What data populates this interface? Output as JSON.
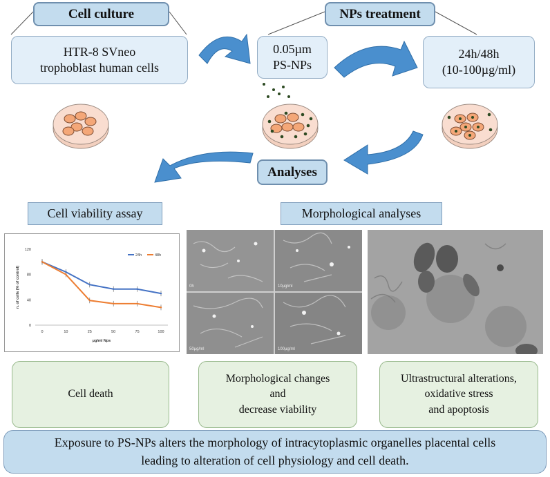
{
  "headers": {
    "cell_culture": "Cell culture",
    "nps_treatment": "NPs treatment",
    "analyses": "Analyses"
  },
  "boxes": {
    "cell_line": [
      "HTR-8 SVneo",
      "trophoblast human cells"
    ],
    "particles": [
      "0.05µm",
      "PS-NPs"
    ],
    "dose": [
      "24h/48h",
      "(10-100µg/ml)"
    ]
  },
  "sections": {
    "viability": "Cell viability assay",
    "morphology": "Morphological analyses"
  },
  "outcomes": {
    "death": [
      "Cell death"
    ],
    "morph": [
      "Morphological changes",
      "and",
      "decrease viability"
    ],
    "ultra": [
      "Ultrastructural alterations,",
      "oxidative stress",
      "and apoptosis"
    ]
  },
  "conclusion": [
    "Exposure to PS-NPs alters the morphology of intracytoplasmic organelles placental cells",
    "leading to alteration of cell physiology and cell death."
  ],
  "micrograph_labels": [
    "0h",
    "10µg/ml",
    "50µg/ml",
    "100µg/ml"
  ],
  "colors": {
    "arrow": "#4a8fce",
    "cell_fill": "#f4a778",
    "dish": "#f9ddd0",
    "particle": "#2d4a22",
    "series_24h": "#4472c4",
    "series_48h": "#ed7d31"
  },
  "chart_data": {
    "type": "line",
    "ylabel": "n. of cells (% of control)",
    "xlabel": "µg/ml Nps",
    "categories": [
      "0",
      "10",
      "25",
      "50",
      "75",
      "100"
    ],
    "yticks": [
      "0",
      "40",
      "80",
      "120"
    ],
    "ylim": [
      0,
      120
    ],
    "legend_position": "top-right",
    "series": [
      {
        "name": "24h",
        "color": "#4472c4",
        "values": [
          100,
          84,
          64,
          57,
          57,
          50
        ]
      },
      {
        "name": "48h",
        "color": "#ed7d31",
        "values": [
          100,
          80,
          39,
          34,
          34,
          28
        ]
      }
    ]
  }
}
